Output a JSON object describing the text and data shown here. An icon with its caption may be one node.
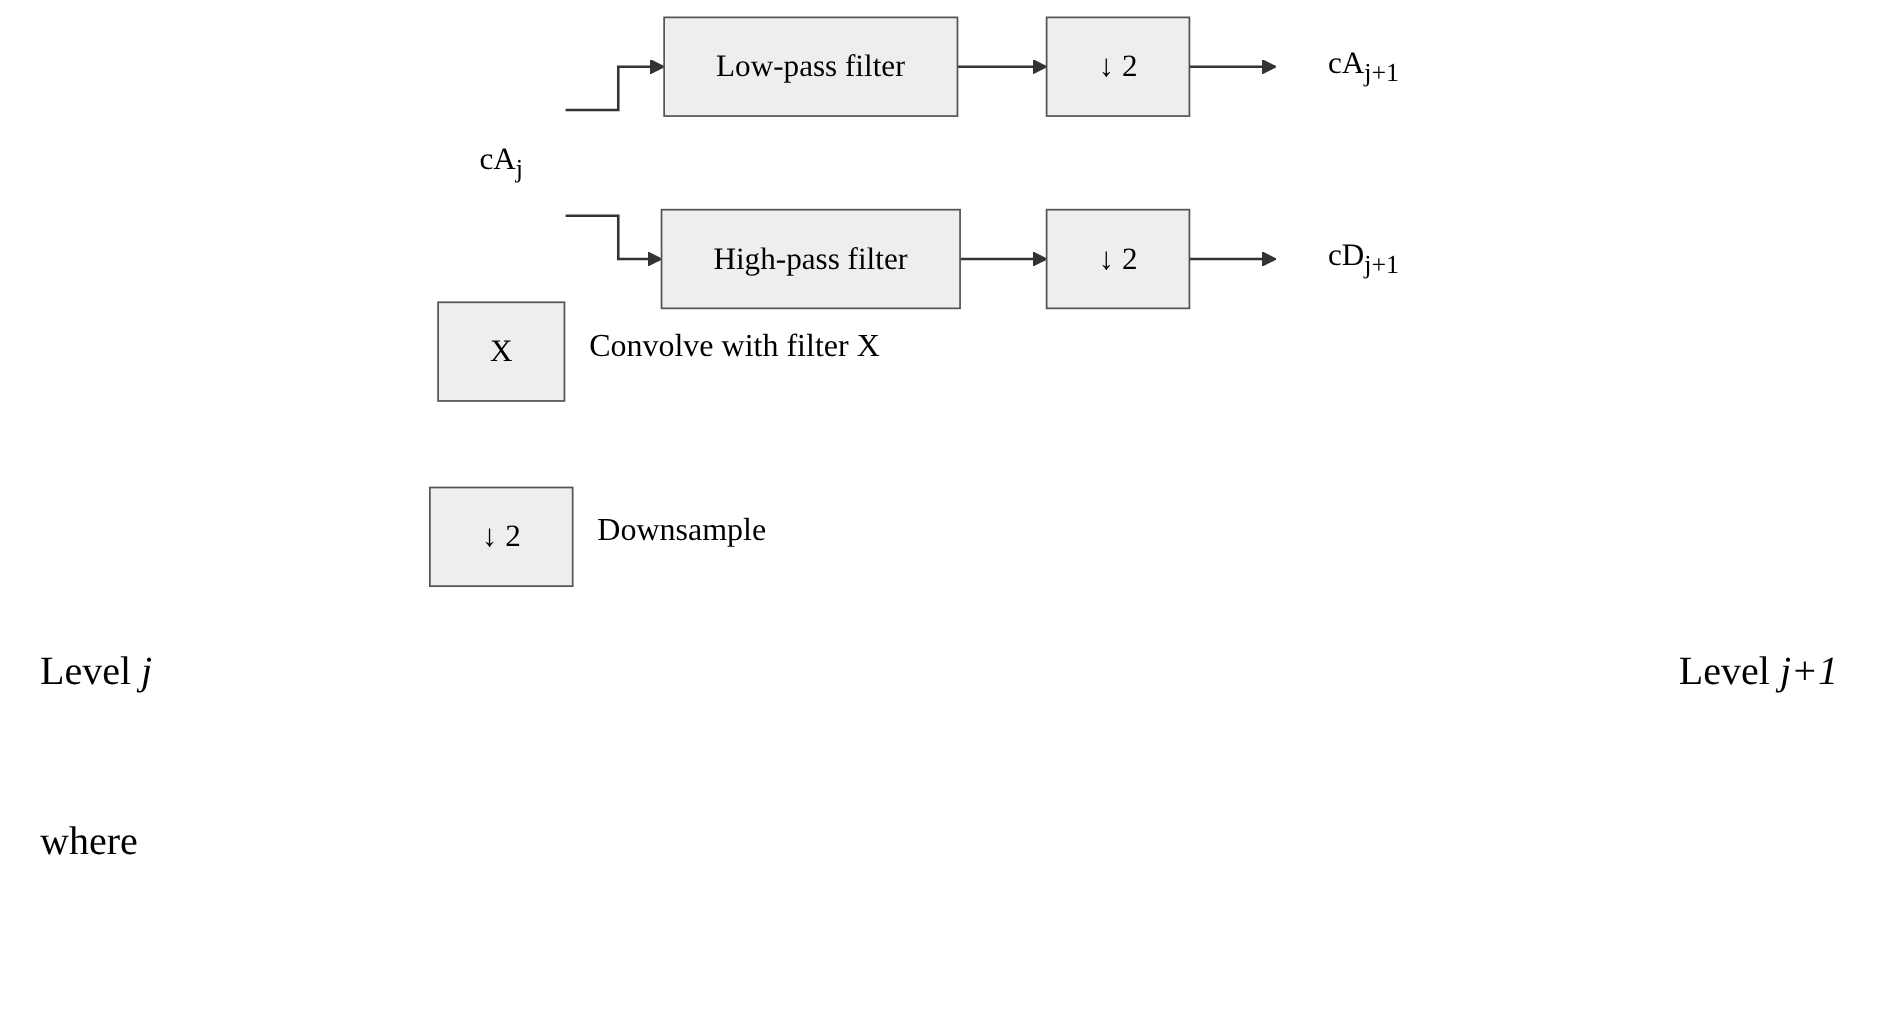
{
  "diagram": {
    "nodes": [
      {
        "text": [
          "cA$_{j}$"
        ]
      },
      {
        "text": [
          "Low-pass filter"
        ]
      },
      {
        "text": [
          "↓ 2"
        ]
      },
      {
        "text": [
          "cA$_{j+1}$"
        ]
      },
      {
        "text": [
          "High-pass filter"
        ]
      },
      {
        "text": [
          "↓ 2"
        ]
      },
      {
        "text": [
          "cD$_{j+1}$"
        ]
      },
      {
        "text": [
          "X"
        ],
        "beside": [
          "Convolve with filter X"
        ]
      },
      {
        "text": [
          "↓ 2"
        ],
        "beside": [
          "Downsample"
        ]
      }
    ],
    "edges": [
      {
        "from": 0,
        "to": 1,
        "arrow": "to"
      },
      {
        "from": 1,
        "to": 2,
        "arrow": "to"
      },
      {
        "from": 2,
        "to": 3,
        "arrow": "to"
      },
      {
        "from": 0,
        "to": 4,
        "arrow": "to"
      },
      {
        "from": 4,
        "to": 5,
        "arrow": "to"
      },
      {
        "from": 5,
        "to": 6,
        "arrow": "to"
      }
    ],
    "labels": [
      "Level *j*",
      "Level *j+1*",
      "where"
    ]
  }
}
